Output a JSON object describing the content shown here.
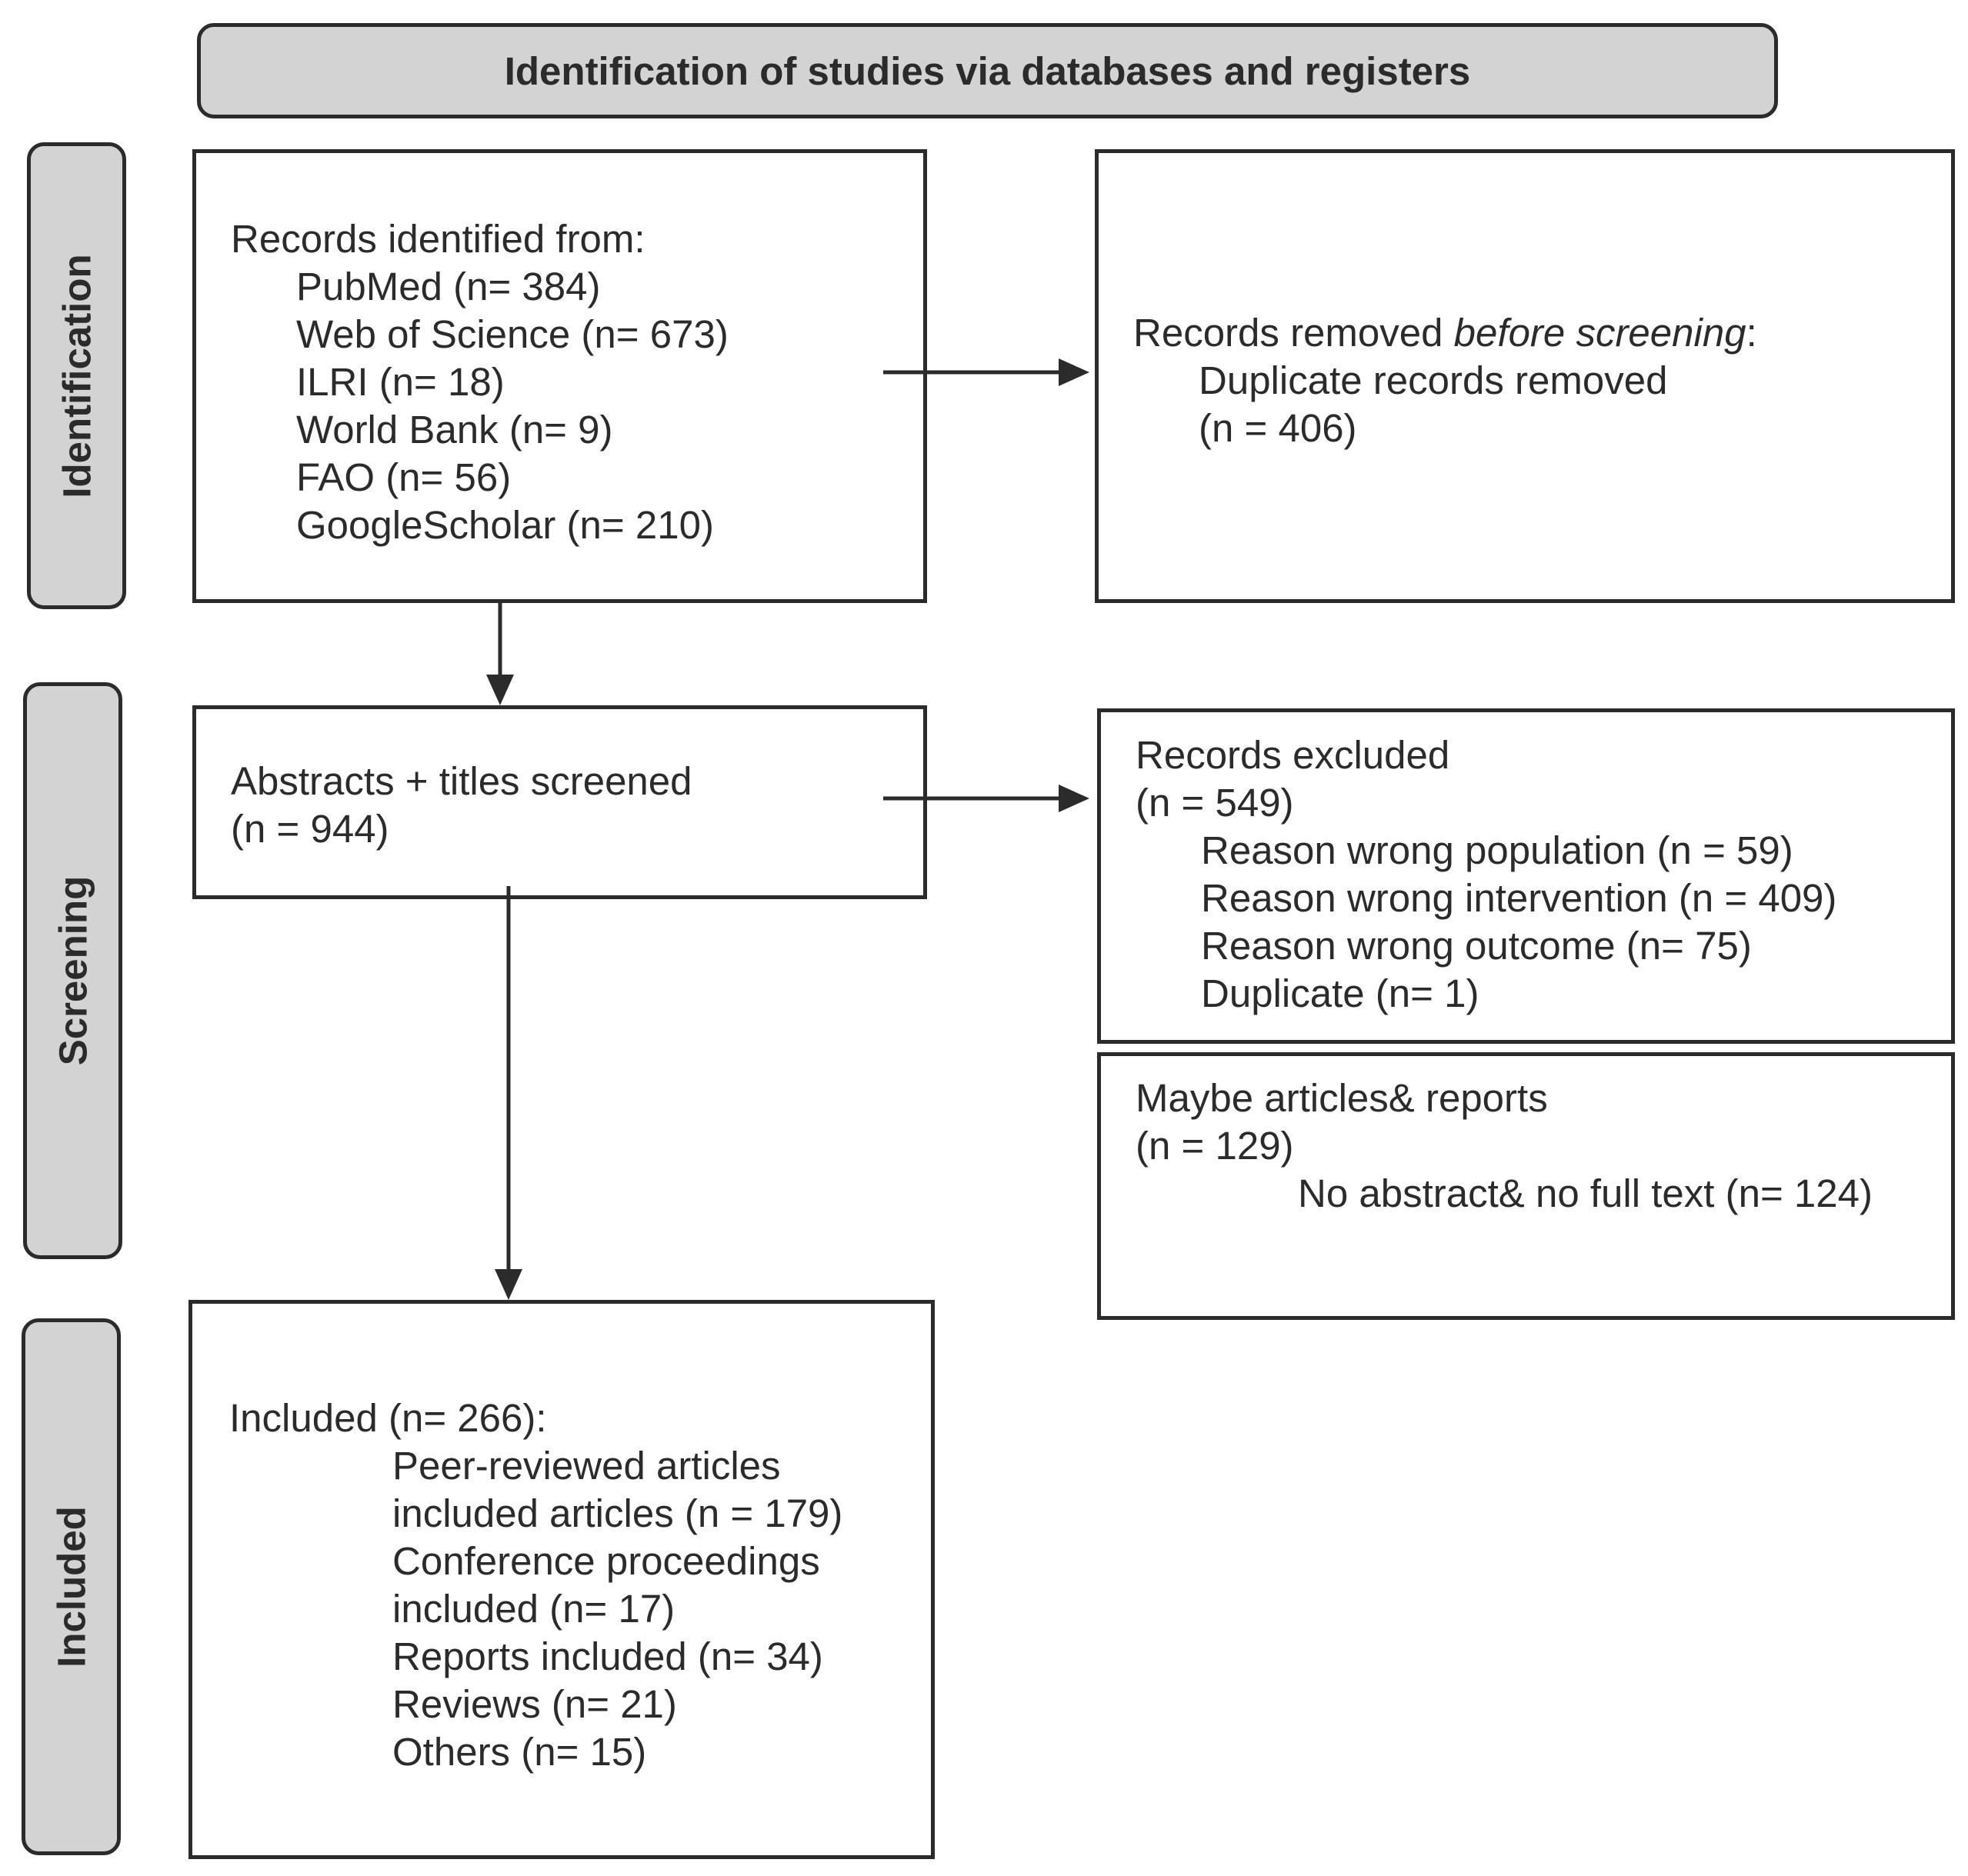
{
  "header": {
    "title": "Identification of studies via databases and registers"
  },
  "phases": {
    "identification": "Identification",
    "screening": "Screening",
    "included": "Included"
  },
  "records_identified": {
    "heading": "Records identified from:",
    "sources": [
      "PubMed (n= 384)",
      "Web of Science (n= 673)",
      "ILRI (n= 18)",
      "World Bank (n= 9)",
      "FAO (n= 56)",
      "GoogleScholar (n= 210)"
    ]
  },
  "records_removed": {
    "heading_plain": "Records removed ",
    "heading_italic": "before screening",
    "heading_suffix": ":",
    "lines": [
      "Duplicate records removed",
      "(n = 406)"
    ]
  },
  "screened": {
    "heading": "Abstracts + titles screened",
    "count": "(n = 944)"
  },
  "excluded": {
    "heading": "Records excluded",
    "count": "(n = 549)",
    "reasons": [
      "Reason wrong population (n = 59)",
      "Reason wrong intervention (n = 409)",
      "Reason wrong outcome (n= 75)",
      "Duplicate (n= 1)"
    ]
  },
  "maybe": {
    "heading": "Maybe articles& reports",
    "count": "(n = 129)",
    "detail": "No abstract& no full text (n= 124)"
  },
  "included": {
    "heading": "Included (n= 266):",
    "lines": [
      "Peer-reviewed articles",
      "included articles (n = 179)",
      "Conference proceedings",
      "included (n= 17)",
      "Reports included (n= 34)",
      "Reviews (n= 21)",
      "Others (n= 15)"
    ]
  }
}
